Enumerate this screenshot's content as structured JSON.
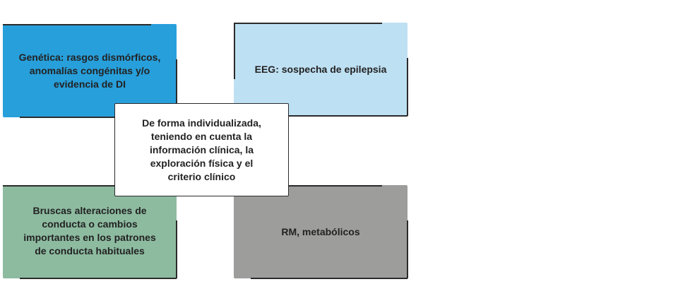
{
  "diagram": {
    "boxes": {
      "genetics": {
        "text": "Genética: rasgos dismórficos, anomalías congénitas y/o evidencia de DI",
        "color": "#279fdb"
      },
      "eeg": {
        "text": "EEG: sospecha de epilepsia",
        "color": "#bee0f3"
      },
      "behavior": {
        "text": "Bruscas alteraciones de conducta o cambios importantes en los patrones de conducta habituales",
        "color": "#8dbba0"
      },
      "rm": {
        "text": "RM, metabólicos",
        "color": "#9d9d9c"
      },
      "center": {
        "text": "De forma individualizada, teniendo en cuenta la información clínica, la exploración física y el criterio clínico",
        "color": "#ffffff"
      }
    }
  }
}
